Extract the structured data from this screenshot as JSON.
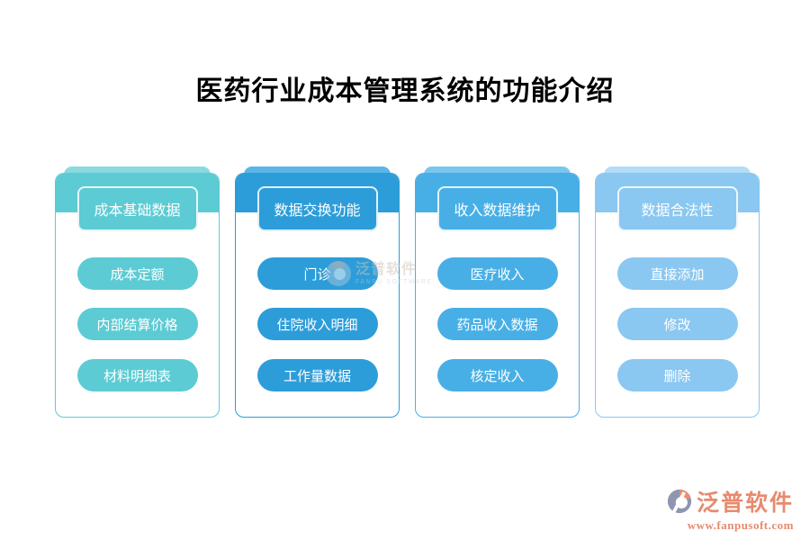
{
  "title": "医药行业成本管理系统的功能介绍",
  "columns": [
    {
      "header": "成本基础数据",
      "accent": "#5CCBD4",
      "tab": "#8ADAE0",
      "items": [
        "成本定额",
        "内部结算价格",
        "材料明细表"
      ]
    },
    {
      "header": "数据交换功能",
      "accent": "#2C9DD9",
      "tab": "#5AB6E6",
      "items": [
        "门诊",
        "住院收入明细",
        "工作量数据"
      ]
    },
    {
      "header": "收入数据维护",
      "accent": "#48AFE6",
      "tab": "#7BC6EF",
      "items": [
        "医疗收入",
        "药品收入数据",
        "核定收入"
      ]
    },
    {
      "header": "数据合法性",
      "accent": "#8AC7F1",
      "tab": "#B3DCF7",
      "items": [
        "直接添加",
        "修改",
        "删除"
      ]
    }
  ],
  "watermark_center": {
    "brand": "泛普软件",
    "subtitle": "FANPU SOFTWARE"
  },
  "footer_logo": {
    "brand": "泛普软件",
    "url": "www.fanpusoft.com",
    "brand_color": "#E78A6E"
  }
}
